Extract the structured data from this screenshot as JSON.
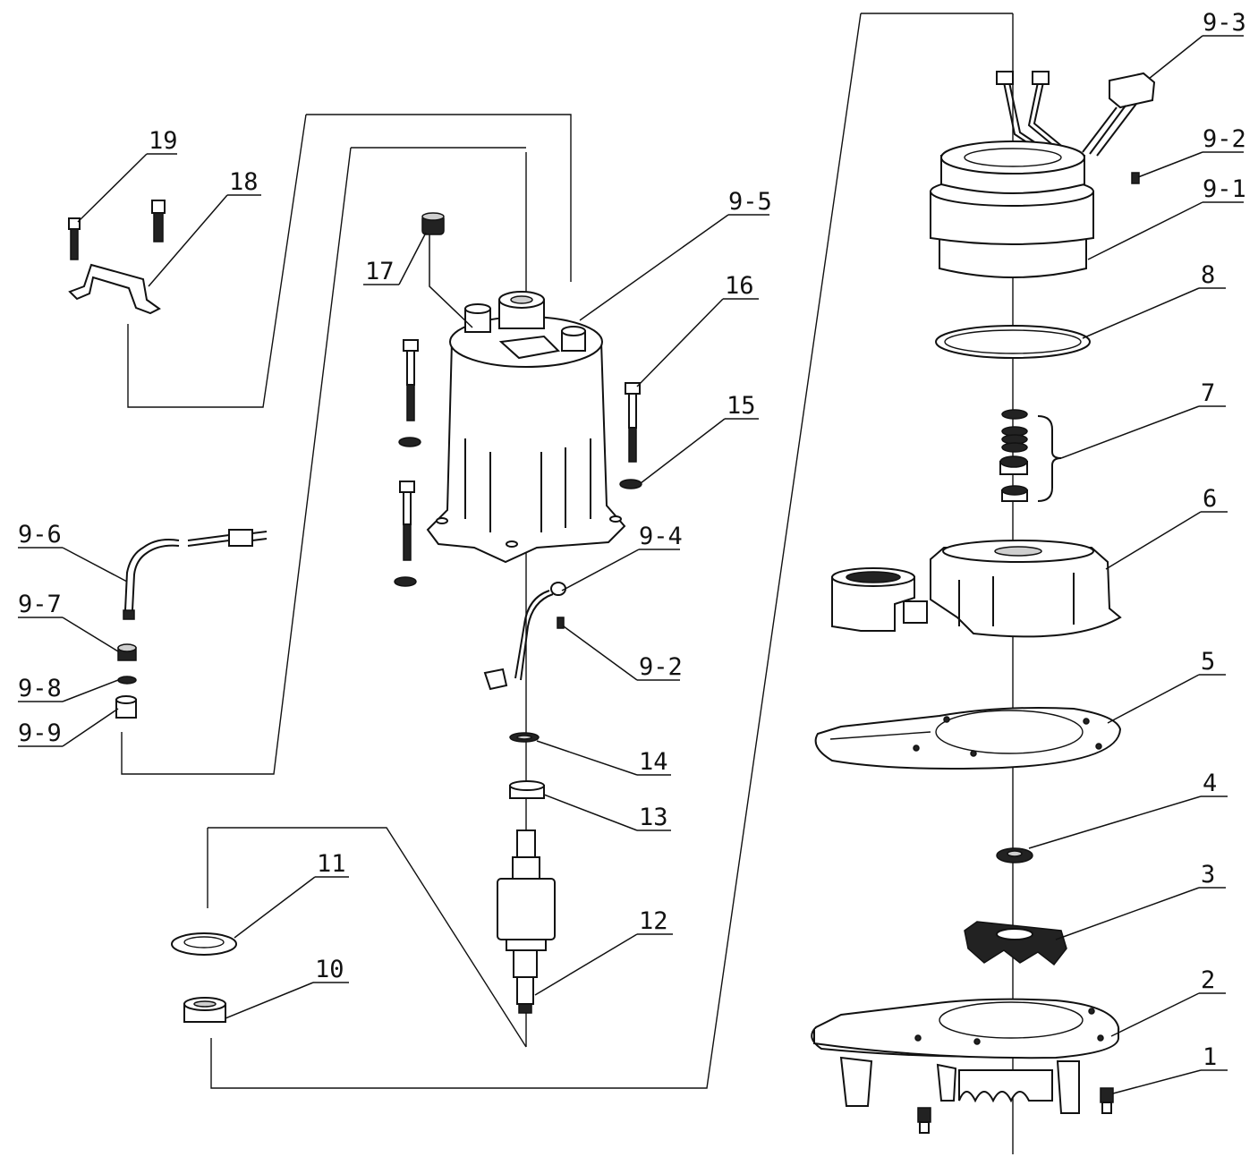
{
  "labels": {
    "l1": "1",
    "l2": "2",
    "l3": "3",
    "l4": "4",
    "l5": "5",
    "l6": "6",
    "l7": "7",
    "l8": "8",
    "l9_1": "9-1",
    "l9_2a": "9-2",
    "l9_2b": "9-2",
    "l9_3": "9-3",
    "l9_4": "9-4",
    "l9_5": "9-5",
    "l9_6": "9-6",
    "l9_7": "9-7",
    "l9_8": "9-8",
    "l9_9": "9-9",
    "l10": "10",
    "l11": "11",
    "l12": "12",
    "l13": "13",
    "l14": "14",
    "l15": "15",
    "l16": "16",
    "l17": "17",
    "l18": "18",
    "l19": "19"
  }
}
